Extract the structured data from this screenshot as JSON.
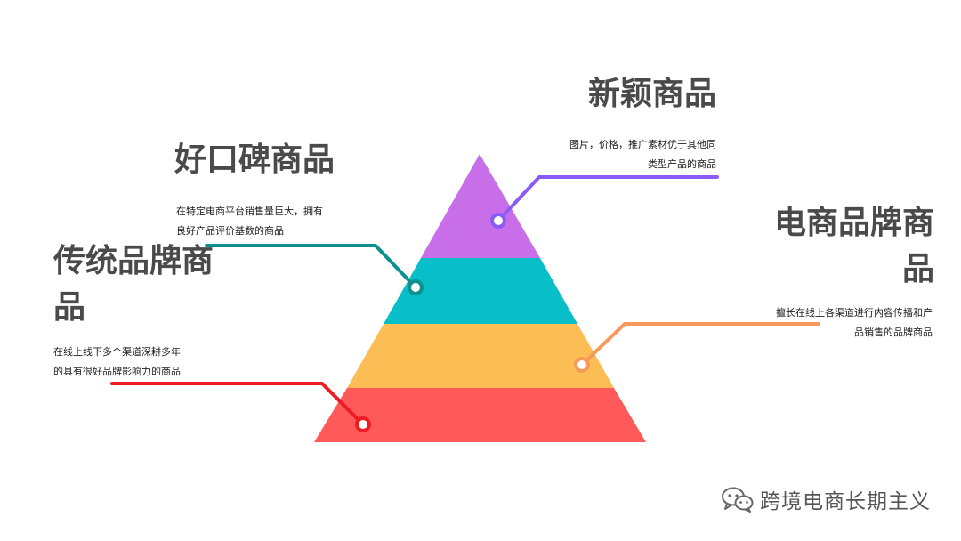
{
  "levels": [
    {
      "title": "新颖商品",
      "desc_lines": [
        "图片，价格，推广素材优于其他同",
        "类型产品的商品"
      ],
      "color": "#c86ee8"
    },
    {
      "title": "好口碑商品",
      "desc_lines": [
        "在特定电商平台销售量巨大，拥有",
        "良好产品评价基数的商品"
      ],
      "color": "#08bfc9"
    },
    {
      "title": "电商品牌商品",
      "desc_lines": [
        "擅长在线上各渠道进行内容传播和产",
        "品销售的品牌商品"
      ],
      "color": "#fbbd54"
    },
    {
      "title": "传统品牌商品",
      "desc_lines": [
        "在线上线下多个渠道深耕多年",
        "的具有很好品牌影响力的商品"
      ],
      "color": "#ff5959"
    }
  ],
  "connector_colors": {
    "purple": "#8a5cf6",
    "teal": "#0e9090",
    "orange": "#f7995a",
    "red": "#ec1c24"
  },
  "watermark": {
    "text": "跨境电商长期主义",
    "icon": "wechat-icon"
  }
}
